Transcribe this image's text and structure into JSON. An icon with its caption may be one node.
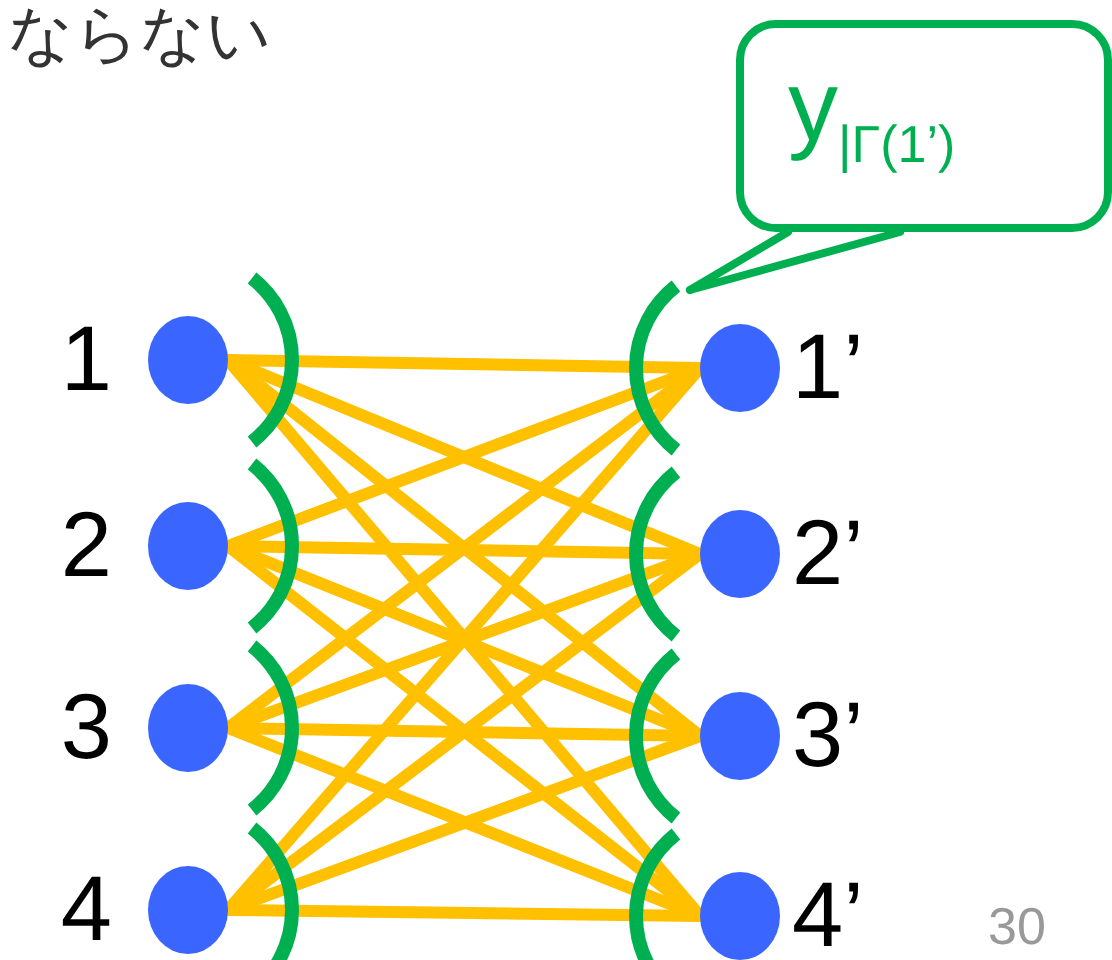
{
  "diagram": {
    "nodes": [
      {
        "text": [],
        "shape": "circle",
        "beside": [
          "1"
        ]
      },
      {
        "text": [],
        "shape": "circle",
        "beside": [
          "2"
        ]
      },
      {
        "text": [],
        "shape": "circle",
        "beside": [
          "3"
        ]
      },
      {
        "text": [],
        "shape": "circle",
        "beside": [
          "4"
        ]
      },
      {
        "text": [],
        "shape": "circle",
        "beside": [
          "1’"
        ]
      },
      {
        "text": [],
        "shape": "circle",
        "beside": [
          "2’"
        ]
      },
      {
        "text": [],
        "shape": "circle",
        "beside": [
          "3’"
        ]
      },
      {
        "text": [],
        "shape": "circle",
        "beside": [
          "4’"
        ]
      },
      {
        "text": [
          "y$_{|Γ(1’)}$"
        ]
      }
    ],
    "edges": [
      {
        "from": 0,
        "to": 4,
        "arrow": "none"
      },
      {
        "from": 0,
        "to": 5,
        "arrow": "none"
      },
      {
        "from": 0,
        "to": 6,
        "arrow": "none"
      },
      {
        "from": 0,
        "to": 7,
        "arrow": "none"
      },
      {
        "from": 1,
        "to": 4,
        "arrow": "none"
      },
      {
        "from": 1,
        "to": 5,
        "arrow": "none"
      },
      {
        "from": 1,
        "to": 6,
        "arrow": "none"
      },
      {
        "from": 1,
        "to": 7,
        "arrow": "none"
      },
      {
        "from": 2,
        "to": 4,
        "arrow": "none"
      },
      {
        "from": 2,
        "to": 5,
        "arrow": "none"
      },
      {
        "from": 2,
        "to": 6,
        "arrow": "none"
      },
      {
        "from": 2,
        "to": 7,
        "arrow": "none"
      },
      {
        "from": 3,
        "to": 4,
        "arrow": "none"
      },
      {
        "from": 3,
        "to": 5,
        "arrow": "none"
      },
      {
        "from": 3,
        "to": 6,
        "arrow": "none"
      },
      {
        "from": 3,
        "to": 7,
        "arrow": "none"
      },
      {
        "from": 8,
        "to": null,
        "arrow": "none",
        "color": "#00b050"
      }
    ],
    "labels": [
      "ならない",
      "30"
    ]
  }
}
